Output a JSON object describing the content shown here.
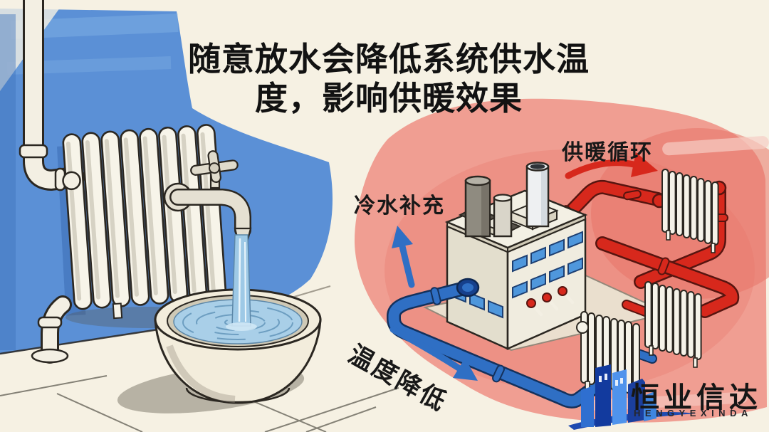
{
  "title": {
    "line1": "随意放水会降低系统供水温",
    "line2": "度，影响供暖效果"
  },
  "labels": {
    "cold_water_supplement": "冷水补充",
    "heating_circulation": "供暖循环",
    "temperature_drop": "温度降低"
  },
  "logo": {
    "name_cn": "恒业信达",
    "name_en": "HENGYEXINDA"
  },
  "colors": {
    "background": "#f6f1e3",
    "wall_blue": "#5b90d6",
    "wash_red": "#ef978b",
    "pipe_red": "#d7281c",
    "pipe_blue": "#2f6fc4",
    "window_blue": "#4f97dc",
    "logo_dark_blue": "#16368f",
    "logo_light_blue": "#4f93ec",
    "ink": "#2b2721"
  }
}
